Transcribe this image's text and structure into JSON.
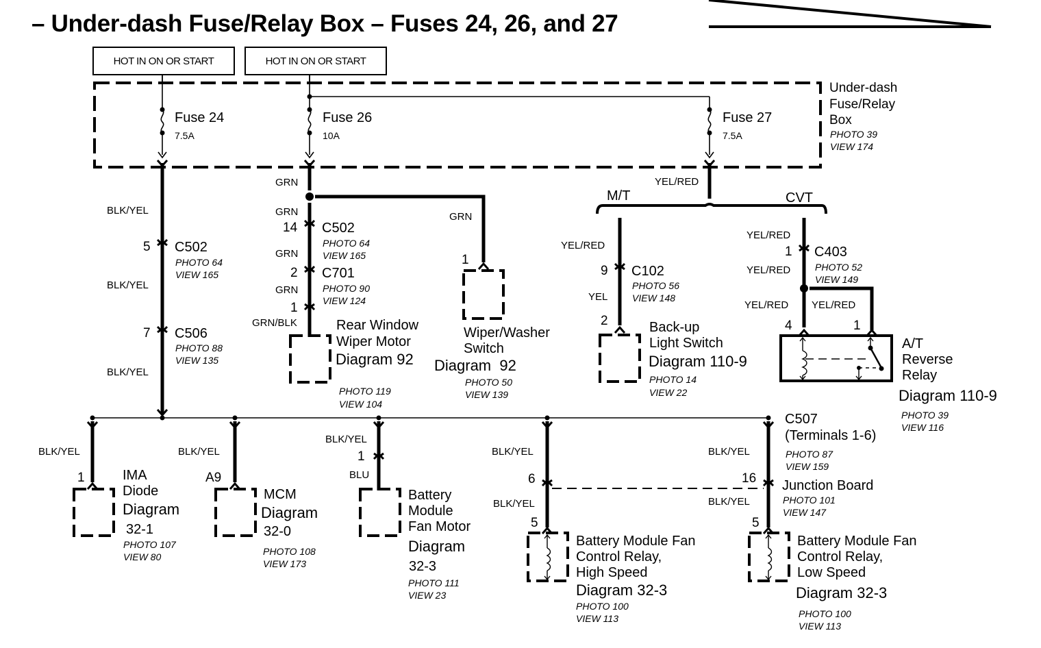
{
  "title": "– Under-dash Fuse/Relay Box – Fuses 24, 26, and 27",
  "power_labels": [
    "HOT IN ON OR START",
    "HOT IN ON OR START"
  ],
  "fuse_box": {
    "label_lines": [
      "Under-dash",
      "Fuse/Relay",
      "Box"
    ],
    "photo": "PHOTO 39",
    "view": "VIEW 174"
  },
  "fuses": [
    {
      "name": "Fuse 24",
      "rating": "7.5A"
    },
    {
      "name": "Fuse 26",
      "rating": "10A"
    },
    {
      "name": "Fuse 27",
      "rating": "7.5A"
    }
  ],
  "transmission_branches": {
    "mt": "M/T",
    "cvt": "CVT"
  },
  "wires": {
    "blk_yel": "BLK/YEL",
    "grn": "GRN",
    "grn_blk": "GRN/BLK",
    "yel_red": "YEL/RED",
    "yel": "YEL",
    "blu": "BLU"
  },
  "connectors": {
    "c502_left": {
      "pin": "5",
      "name": "C502",
      "photo": "PHOTO 64",
      "view": "VIEW 165"
    },
    "c506": {
      "pin": "7",
      "name": "C506",
      "photo": "PHOTO 88",
      "view": "VIEW 135"
    },
    "c502_mid": {
      "pin": "14",
      "name": "C502",
      "photo": "PHOTO 64",
      "view": "VIEW 165"
    },
    "c701": {
      "pin": "2",
      "name": "C701",
      "photo": "PHOTO 90",
      "view": "VIEW 124"
    },
    "c102": {
      "pin": "9",
      "name": "C102",
      "photo": "PHOTO 56",
      "view": "VIEW 148"
    },
    "c403": {
      "pin": "1",
      "name": "C403",
      "photo": "PHOTO 52",
      "view": "VIEW 149"
    },
    "c507": {
      "name": "C507",
      "sub": "(Terminals 1-6)",
      "photo": "PHOTO 87",
      "view": "VIEW 159"
    },
    "junction_board": {
      "pin_left": "6",
      "pin_right": "16",
      "name": "Junction Board",
      "photo": "PHOTO 101",
      "view": "VIEW 147"
    }
  },
  "components": {
    "rear_wiper": {
      "pin": "1",
      "lines": [
        "Rear Window",
        "Wiper Motor",
        "Diagram 92"
      ],
      "photo": "PHOTO 119",
      "view": "VIEW 104"
    },
    "wiper_switch": {
      "pin": "1",
      "lines": [
        "Wiper/Washer",
        "Switch",
        "Diagram  92"
      ],
      "photo": "PHOTO 50",
      "view": "VIEW 139"
    },
    "backup_switch": {
      "pin": "2",
      "lines": [
        "Back-up",
        "Light Switch",
        "Diagram 110-9"
      ],
      "photo": "PHOTO 14",
      "view": "VIEW 22"
    },
    "at_relay": {
      "pin_left": "4",
      "pin_right": "1",
      "lines": [
        "A/T",
        "Reverse",
        "Relay"
      ],
      "diagram": "Diagram 110-9",
      "photo": "PHOTO 39",
      "view": "VIEW 116"
    },
    "ima_diode": {
      "pin": "1",
      "lines": [
        "IMA",
        "Diode"
      ],
      "diagram": "Diagram",
      "diagram_no": "32-1",
      "photo": "PHOTO 107",
      "view": "VIEW 80"
    },
    "mcm": {
      "pin": "A9",
      "lines": [
        "MCM"
      ],
      "diagram": "Diagram",
      "diagram_no": "32-0",
      "photo": "PHOTO 108",
      "view": "VIEW 173"
    },
    "fan_motor": {
      "pin": "1",
      "lines": [
        "Battery",
        "Module",
        "Fan Motor"
      ],
      "diagram": "Diagram",
      "diagram_no": "32-3",
      "photo": "PHOTO 111",
      "view": "VIEW 23"
    },
    "relay_high": {
      "pin": "5",
      "lines": [
        "Battery Module Fan",
        "Control Relay,",
        "High Speed"
      ],
      "diagram": "Diagram 32-3",
      "photo": "PHOTO 100",
      "view": "VIEW 113"
    },
    "relay_low": {
      "pin": "5",
      "lines": [
        "Battery Module Fan",
        "Control Relay,",
        "Low Speed"
      ],
      "diagram": "Diagram 32-3",
      "photo": "PHOTO 100",
      "view": "VIEW 113"
    }
  }
}
